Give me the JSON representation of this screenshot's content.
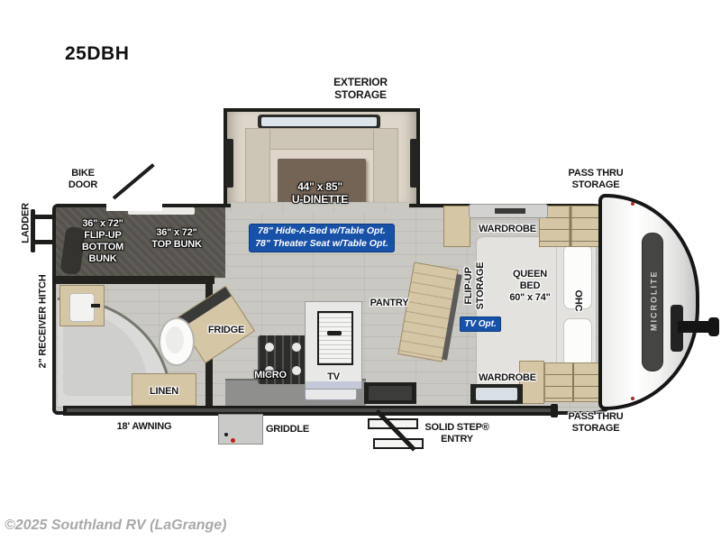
{
  "title": "25DBH",
  "watermark": "©2025 Southland RV (LaGrange)",
  "colors": {
    "accent_blue": "#1852a8",
    "wall": "#23221f",
    "cabinet_wood": "#d5c6a6",
    "floor": "#c9c8c3",
    "bunk_dark": "#56534d"
  },
  "floorplan": {
    "labels": {
      "exterior_storage": "EXTERIOR\nSTORAGE",
      "bike_door": "BIKE\nDOOR",
      "ladder": "LADDER",
      "receiver_hitch": "2\" RECEIVER HITCH",
      "bottom_bunk": "36\" x 72\"\nFLIP-UP\nBOTTOM\nBUNK",
      "top_bunk": "36\" x 72\"\nTOP BUNK",
      "u_dinette": "44\" x 85\"\nU-DINETTE",
      "convertible_option": "78\" Hide-A-Bed w/Table Opt.\n78\" Theater Seat w/Table Opt.",
      "pass_thru_storage_top": "PASS THRU\nSTORAGE",
      "pass_thru_storage_bottom": "PASS THRU\nSTORAGE",
      "wardrobe_top": "WARDROBE",
      "wardrobe_bottom": "WARDROBE",
      "flip_up_storage": "FLIP-UP\nSTORAGE",
      "queen_bed": "QUEEN\nBED\n60\" x 74\"",
      "ohc": "OHC",
      "tv_opt": "TV Opt.",
      "pantry": "PANTRY",
      "fridge": "FRIDGE",
      "micro": "MICRO",
      "tv": "TV",
      "linen": "LINEN",
      "awning": "18' AWNING",
      "griddle": "GRIDDLE",
      "solid_step": "SOLID STEP®\nENTRY",
      "brand": "MICROLITE"
    }
  }
}
